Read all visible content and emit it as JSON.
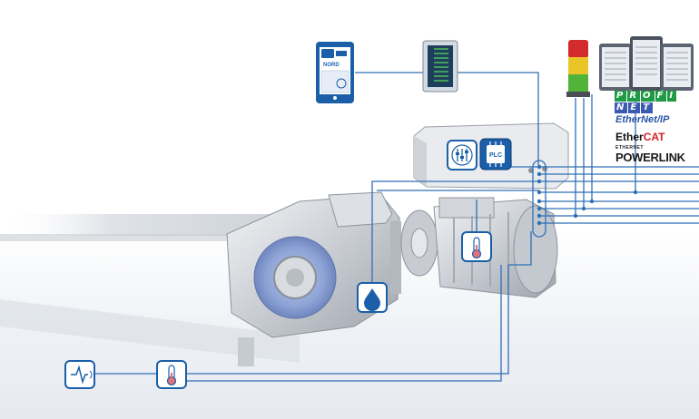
{
  "logos": {
    "profinet_row1": [
      "P",
      "R",
      "O",
      "F",
      "I"
    ],
    "profinet_row2": [
      "N",
      "E",
      "T"
    ],
    "ethernet_ip": "EtherNet/IP",
    "ethercat_prefix": "Ether",
    "ethercat_suffix": "CAT",
    "powerlink_small": "ETHERNET",
    "powerlink": "POWERLINK"
  },
  "tablet": {
    "brand": "NORD"
  },
  "icons": [
    "tablet-app-icon",
    "parameter-box-icon",
    "signal-tower-icon",
    "plc-servers-icon",
    "drive-settings-icon",
    "plc-icon",
    "oil-level-icon",
    "motor-temperature-icon",
    "vibration-sensor-icon",
    "gear-temperature-icon"
  ],
  "colors": {
    "line": "#2f6fb6",
    "accent": "#1a5fa8",
    "bg_shade": "#e6eaef"
  }
}
